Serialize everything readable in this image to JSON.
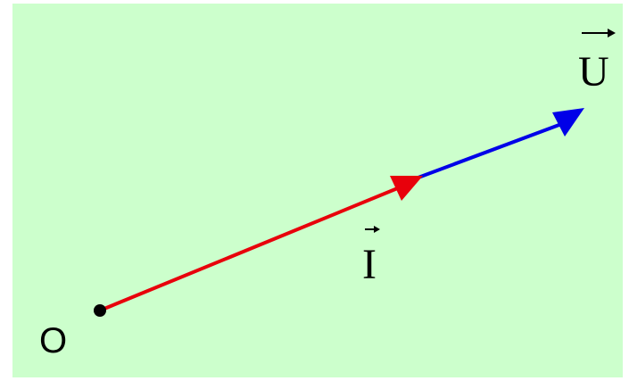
{
  "colors": {
    "background": "#ccffcc",
    "vector_i": "#e8000b",
    "vector_u": "#0000e8",
    "origin": "#000000",
    "text": "#000000"
  },
  "labels": {
    "origin": "O",
    "vector_i": "I",
    "vector_u": "U"
  }
}
